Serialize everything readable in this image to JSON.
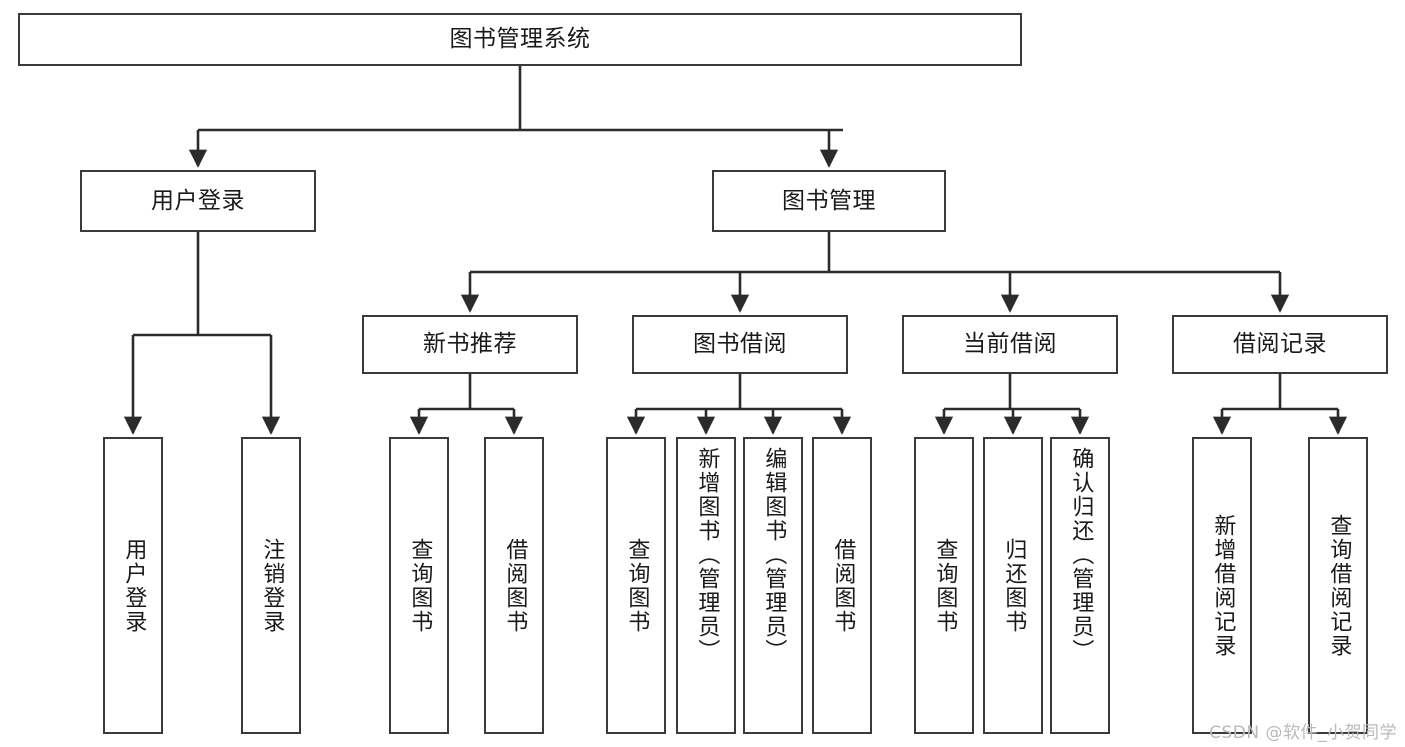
{
  "diagram": {
    "title": "图书管理系统",
    "watermark": "CSDN @软件_小贺同学",
    "colors": {
      "background": "#ffffff",
      "node_border": "#3a3a3a",
      "node_fill": "#ffffff",
      "edge": "#2b2b2b",
      "text": "#1a1a1a",
      "watermark": "#b9b9b9"
    },
    "root": {
      "label": "图书管理系统"
    },
    "level2": [
      {
        "label": "用户登录"
      },
      {
        "label": "图书管理"
      }
    ],
    "level3": [
      {
        "label": "新书推荐"
      },
      {
        "label": "图书借阅"
      },
      {
        "label": "当前借阅"
      },
      {
        "label": "借阅记录"
      }
    ],
    "leaves": {
      "user_login": [
        {
          "label": "用户登录"
        },
        {
          "label": "注销登录"
        }
      ],
      "new_book_recommend": [
        {
          "label": "查询图书"
        },
        {
          "label": "借阅图书"
        }
      ],
      "book_borrow": [
        {
          "label": "查询图书"
        },
        {
          "label": "新增图书（管理员）"
        },
        {
          "label": "编辑图书（管理员）"
        },
        {
          "label": "借阅图书"
        }
      ],
      "current_borrow": [
        {
          "label": "查询图书"
        },
        {
          "label": "归还图书"
        },
        {
          "label": "确认归还（管理员）"
        }
      ],
      "borrow_record": [
        {
          "label": "新增借阅记录"
        },
        {
          "label": "查询借阅记录"
        }
      ]
    }
  }
}
